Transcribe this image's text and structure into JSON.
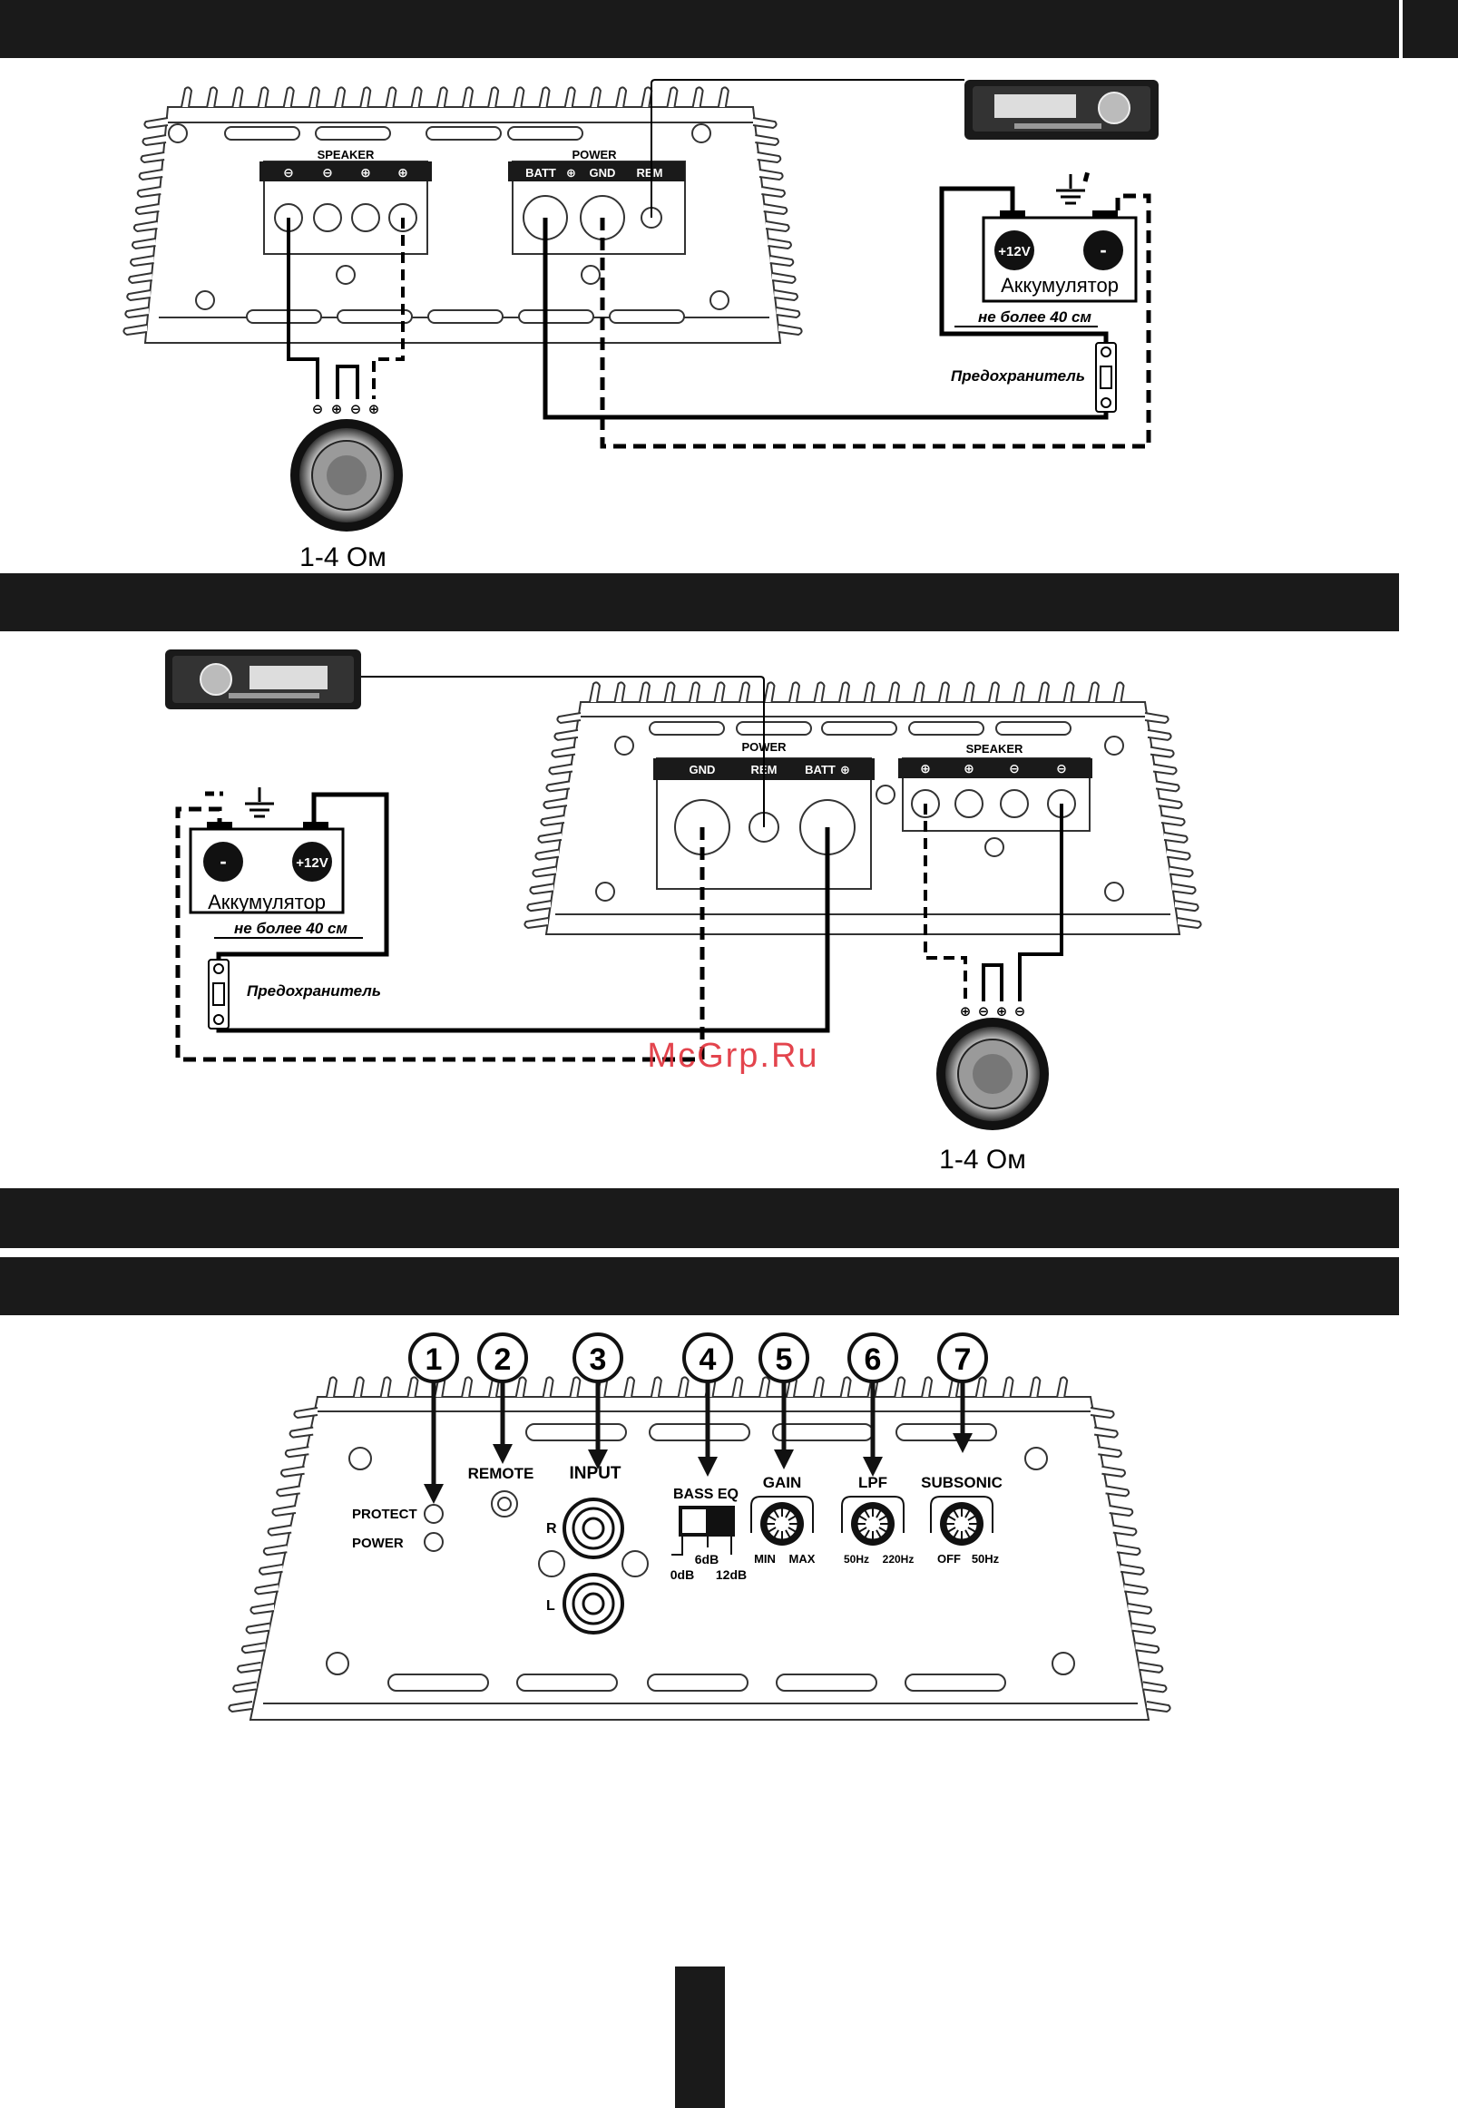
{
  "diagram1": {
    "speaker_block_label": "SPEAKER",
    "power_block_label": "POWER",
    "batt_label": "BATT",
    "gnd_label": "GND",
    "rem_label": "REM",
    "battery_plus": "+12V",
    "battery_minus": "-",
    "battery_label": "Аккумулятор",
    "distance_note": "не более 40 см",
    "fuse_label": "Предохранитель",
    "impedance": "1-4 Ом"
  },
  "diagram2": {
    "power_block_label": "POWER",
    "speaker_block_label": "SPEAKER",
    "gnd_label": "GND",
    "rem_label": "REM",
    "batt_label": "BATT",
    "battery_plus": "+12V",
    "battery_minus": "-",
    "battery_label": "Аккумулятор",
    "distance_note": "не более 40 см",
    "fuse_label": "Предохранитель",
    "impedance": "1-4 Ом"
  },
  "watermark": "McGrp.Ru",
  "panel": {
    "callouts": [
      "1",
      "2",
      "3",
      "4",
      "5",
      "6",
      "7"
    ],
    "protect_label": "PROTECT",
    "power_led_label": "POWER",
    "remote_label": "REMOTE",
    "input_label": "INPUT",
    "input_r": "R",
    "input_l": "L",
    "bass_eq_label": "BASS EQ",
    "bass_eq_6db": "6dB",
    "bass_eq_0db": "0dB",
    "bass_eq_12db": "12dB",
    "gain_label": "GAIN",
    "gain_min": "MIN",
    "gain_max": "MAX",
    "lpf_label": "LPF",
    "lpf_min": "50Hz",
    "lpf_max": "220Hz",
    "subsonic_label": "SUBSONIC",
    "subsonic_min": "OFF",
    "subsonic_max": "50Hz"
  }
}
